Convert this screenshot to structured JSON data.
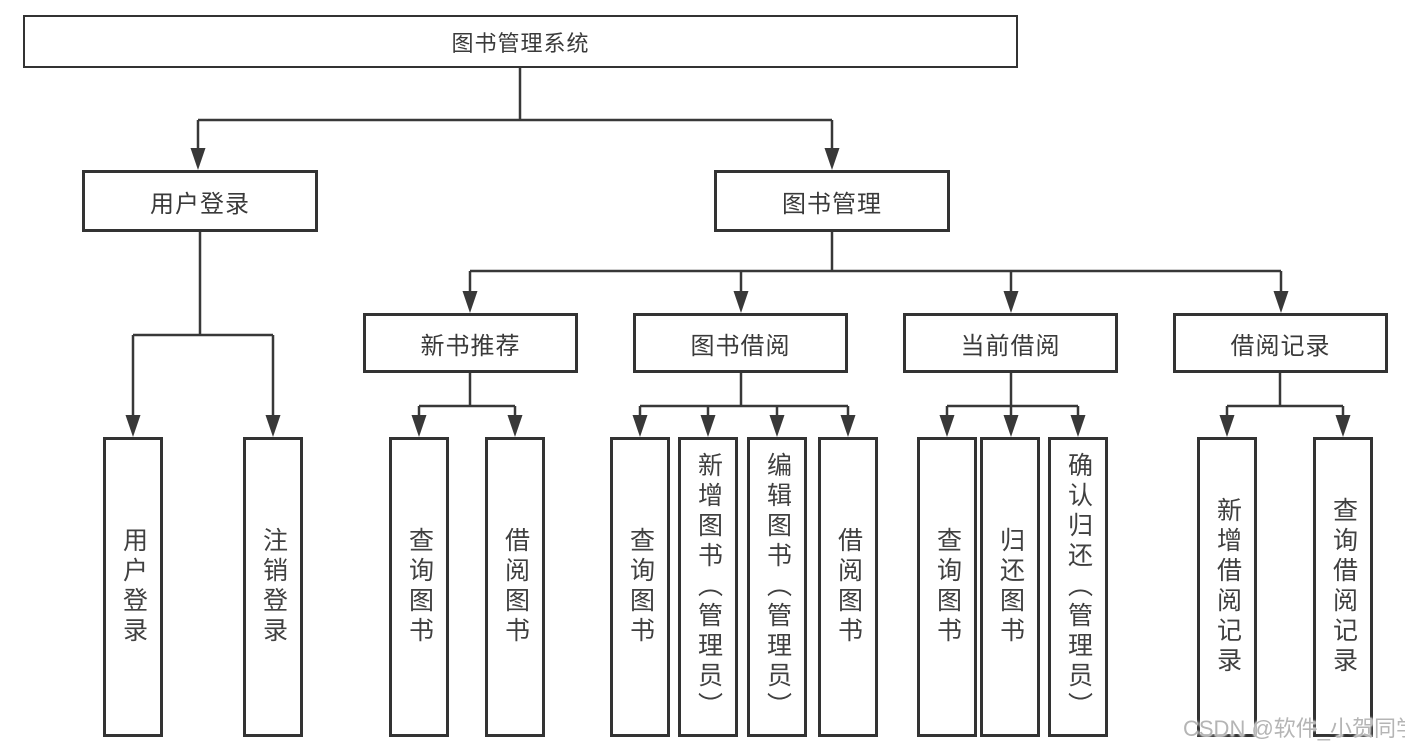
{
  "diagram": {
    "root": {
      "label": "图书管理系统",
      "children": [
        {
          "label": "用户登录",
          "children": [
            {
              "label": "用户登录"
            },
            {
              "label": "注销登录"
            }
          ]
        },
        {
          "label": "图书管理",
          "children": [
            {
              "label": "新书推荐",
              "children": [
                {
                  "label": "查询图书"
                },
                {
                  "label": "借阅图书"
                }
              ]
            },
            {
              "label": "图书借阅",
              "children": [
                {
                  "label": "查询图书"
                },
                {
                  "label": "新增图书（管理员）"
                },
                {
                  "label": "编辑图书（管理员）"
                },
                {
                  "label": "借阅图书"
                }
              ]
            },
            {
              "label": "当前借阅",
              "children": [
                {
                  "label": "查询图书"
                },
                {
                  "label": "归还图书"
                },
                {
                  "label": "确认归还（管理员）"
                }
              ]
            },
            {
              "label": "借阅记录",
              "children": [
                {
                  "label": "新增借阅记录"
                },
                {
                  "label": "查询借阅记录"
                }
              ]
            }
          ]
        }
      ]
    },
    "watermark": "CSDN @软件_小贺同学",
    "colors": {
      "line": "#383838",
      "box_border": "#333333",
      "background": "#ffffff",
      "watermark": "#b5b5b5"
    }
  }
}
